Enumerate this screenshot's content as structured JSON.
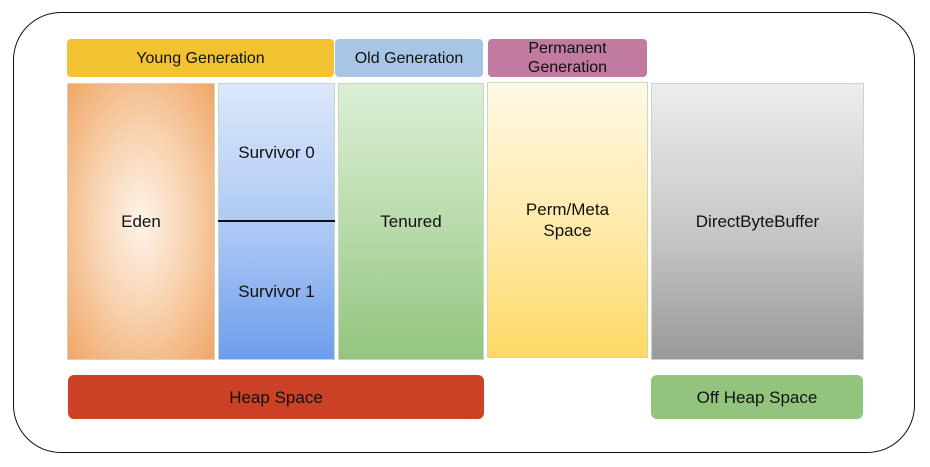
{
  "headers": {
    "young": "Young Generation",
    "old": "Old Generation",
    "permanent_line1": "Permanent",
    "permanent_line2": "Generation"
  },
  "regions": {
    "eden": "Eden",
    "survivor0": "Survivor 0",
    "survivor1": "Survivor 1",
    "tenured": "Tenured",
    "perm_line1": "Perm/Meta",
    "perm_line2": "Space",
    "direct": "DirectByteBuffer"
  },
  "footers": {
    "heap": "Heap Space",
    "off_heap": "Off Heap Space"
  },
  "colors": {
    "young": "#f2c232",
    "old": "#a7c6e6",
    "permanent": "#c27ba0",
    "eden": "#f0a666",
    "survivor": "#6d9eeb",
    "tenured": "#93c47d",
    "perm_space": "#ffd966",
    "direct": "#999999",
    "heap": "#cc4125",
    "off_heap": "#93c47d"
  }
}
